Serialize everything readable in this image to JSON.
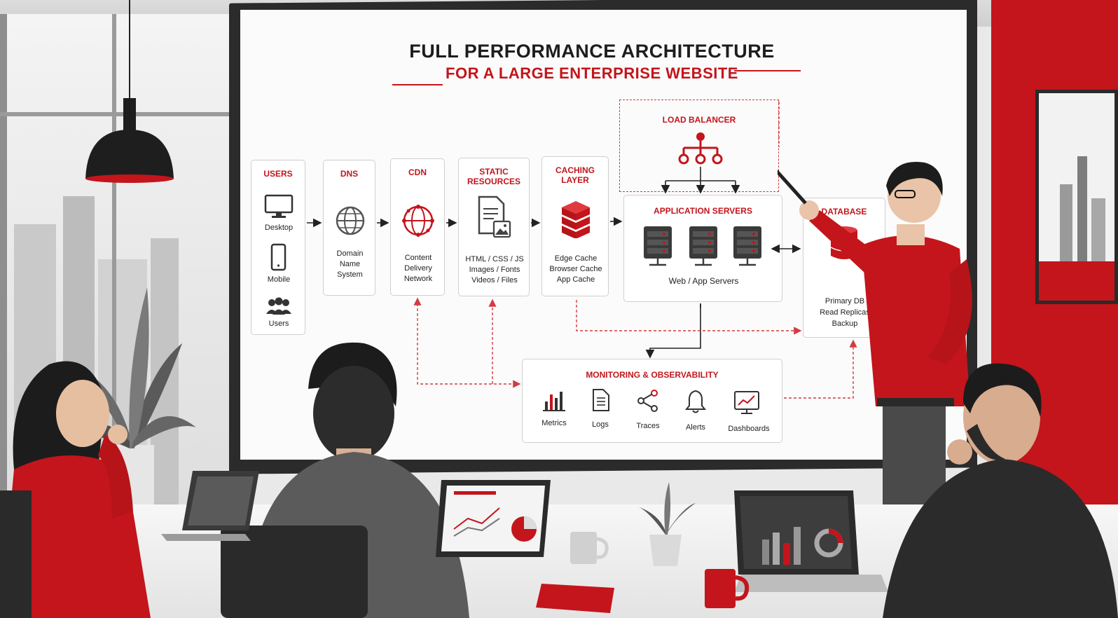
{
  "diagram": {
    "title_line1": "FULL PERFORMANCE ARCHITECTURE",
    "title_line2": "FOR A LARGE ENTERPRISE WEBSITE",
    "users": {
      "title": "USERS",
      "items": [
        "Desktop",
        "Mobile",
        "Users"
      ]
    },
    "dns": {
      "title": "DNS",
      "lines": [
        "Domain",
        "Name",
        "System"
      ]
    },
    "cdn": {
      "title": "CDN",
      "lines": [
        "Content",
        "Delivery",
        "Network"
      ]
    },
    "static": {
      "title": "STATIC RESOURCES",
      "lines": [
        "HTML / CSS / JS",
        "Images / Fonts",
        "Videos / Files"
      ]
    },
    "caching": {
      "title": "CACHING LAYER",
      "lines": [
        "Edge Cache",
        "Browser Cache",
        "App Cache"
      ]
    },
    "load_balancer": {
      "title": "LOAD BALANCER"
    },
    "app_servers": {
      "title": "APPLICATION SERVERS",
      "caption": "Web / App Servers"
    },
    "database": {
      "title": "DATABASE",
      "lines": [
        "Primary DB",
        "Read Replicas",
        "Backup"
      ]
    },
    "monitoring": {
      "title": "MONITORING & OBSERVABILITY",
      "items": [
        "Metrics",
        "Logs",
        "Traces",
        "Alerts",
        "Dashboards"
      ]
    }
  },
  "colors": {
    "accent": "#c3151b",
    "dark": "#2b2b2b",
    "board": "#fbfbfb"
  },
  "icons": [
    "desktop-icon",
    "mobile-icon",
    "users-icon",
    "globe-icon",
    "network-globe-icon",
    "document-image-icon",
    "database-stack-icon",
    "hierarchy-icon",
    "server-icon",
    "database-icon",
    "bar-chart-icon",
    "log-document-icon",
    "share-nodes-icon",
    "bell-icon",
    "dashboard-monitor-icon"
  ]
}
